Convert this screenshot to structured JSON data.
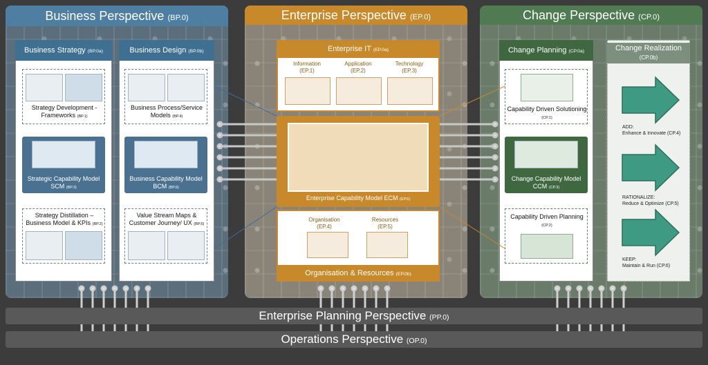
{
  "bp": {
    "title": "Business Perspective",
    "code": "(BP.0)",
    "strategy": {
      "title": "Business Strategy",
      "code": "(BP.0a)",
      "item1": {
        "label": "Strategy Development - Frameworks",
        "code": "(BP.1)"
      },
      "item2": {
        "label": "Strategic Capability Model SCM",
        "code": "(BP.3)"
      },
      "item3": {
        "label": "Strategy Distillation – Business Model & KPIs",
        "code": "(BP.2)"
      }
    },
    "design": {
      "title": "Business Design",
      "code": "(BP.0b)",
      "item1": {
        "label": "Business Process/Service Models",
        "code": "(BP.4)"
      },
      "item2": {
        "label": "Business Capability Model BCM",
        "code": "(BP.6)"
      },
      "item3": {
        "label": "Value Stream Maps & Customer Journey/ UX",
        "code": "(BP.5)"
      }
    }
  },
  "ep": {
    "title": "Enterprise Perspective",
    "code": "(EP.0)",
    "it": {
      "title": "Enterprise IT",
      "code": "(EP.0a)",
      "info": {
        "label": "Information",
        "code": "(EP.1)"
      },
      "app": {
        "label": "Application",
        "code": "(EP.2)"
      },
      "tech": {
        "label": "Technology",
        "code": "(EP.3)"
      }
    },
    "ecm": {
      "label": "Enterprise Capability Model ECM",
      "code": "(EP.6)"
    },
    "org": {
      "title": "Organisation & Resources",
      "code": "(EP.0b)",
      "organisation": {
        "label": "Organisation",
        "code": "(EP.4)"
      },
      "resources": {
        "label": "Resources",
        "code": "(EP.5)"
      }
    }
  },
  "cp": {
    "title": "Change Perspective",
    "code": "(CP.0)",
    "planning": {
      "title": "Change Planning",
      "code": "(CP.0a)",
      "item1": {
        "label": "Capability Driven Solutioning",
        "code": "(CP.1)"
      },
      "item2": {
        "label": "Change Capability Model CCM",
        "code": "(CP.3)"
      },
      "item3": {
        "label": "Capability Driven Planning",
        "code": "(CP.2)"
      }
    },
    "realization": {
      "title": "Change Realization",
      "code": "(CP.0b)",
      "add": {
        "head": "ADD:",
        "label": "Enhance & Innovate",
        "code": "(CP.4)"
      },
      "rationalize": {
        "head": "RATIONALIZE:",
        "label": "Reduce & Optimize",
        "code": "(CP.5)"
      },
      "keep": {
        "head": "KEEP:",
        "label": "Maintain & Run",
        "code": "(CP.6)"
      }
    }
  },
  "pp": {
    "title": "Enterprise Planning Perspective",
    "code": "(PP.0)"
  },
  "op": {
    "title": "Operations Perspective",
    "code": "(OP.0)"
  },
  "colors": {
    "bp": "#4e7fa2",
    "ep": "#c8892a",
    "cp": "#4f7a52",
    "bar": "#595959"
  }
}
